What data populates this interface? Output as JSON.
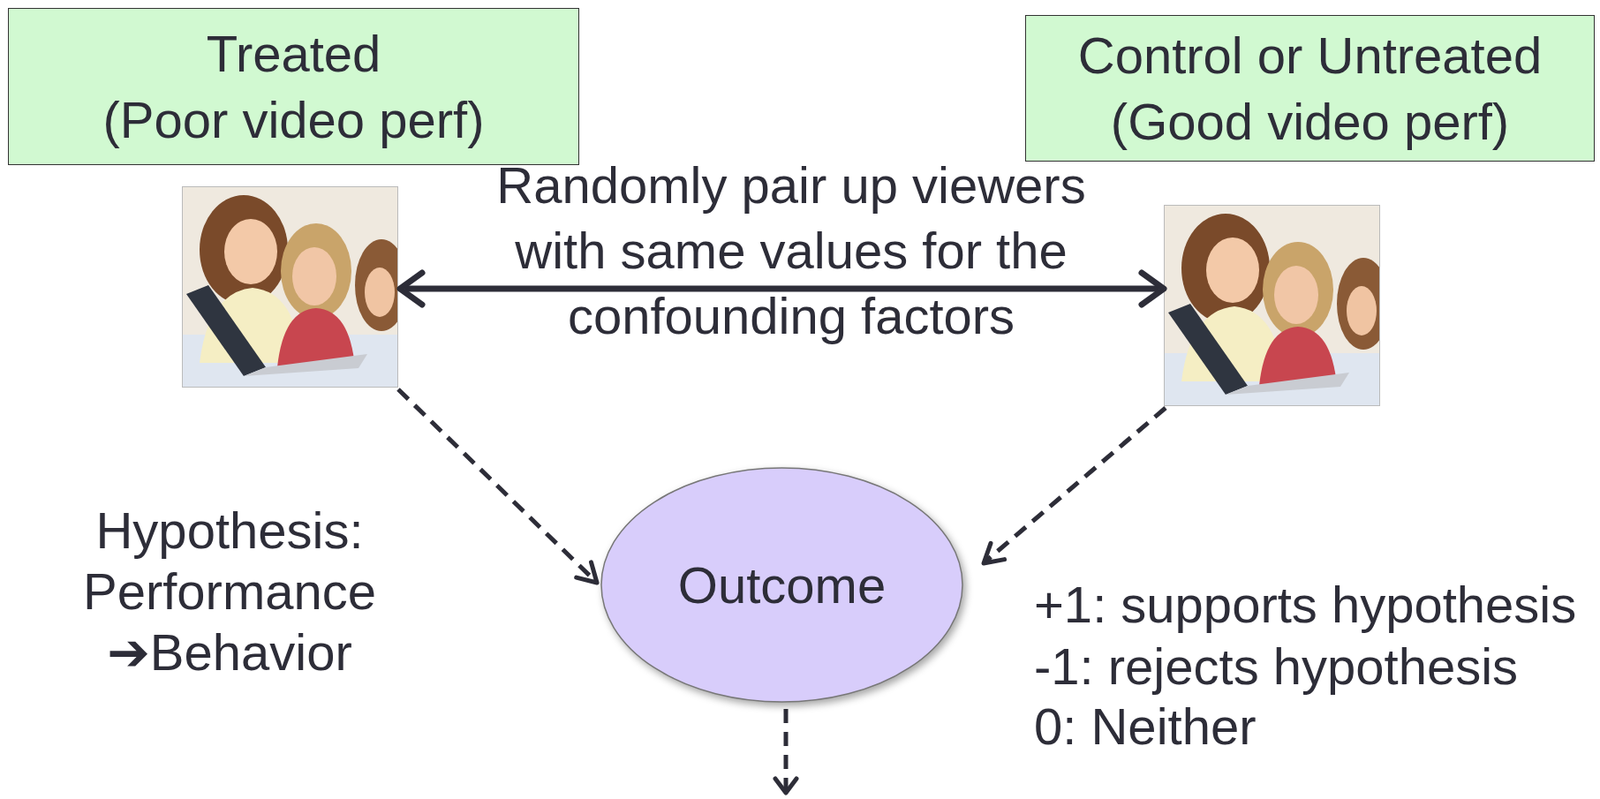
{
  "diagram": {
    "nodes": [
      {
        "text": [
          "Treated",
          "(Poor video perf)"
        ]
      },
      {
        "text": [
          "Control or Untreated",
          "(Good video perf)"
        ]
      },
      {
        "text": [
          "Outcome"
        ]
      }
    ],
    "labels": [
      "Randomly pair up viewers with same values for the confounding factors",
      "Hypothesis: Performance ➔Behavior",
      "+1: supports hypothesis",
      "-1: rejects hypothesis",
      "0: Neither"
    ]
  }
}
